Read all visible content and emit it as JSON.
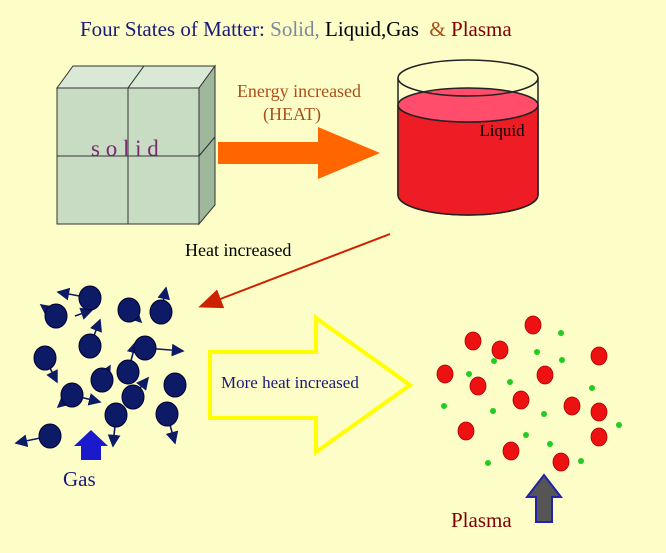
{
  "title": {
    "prefix": "Four States of Matter: ",
    "solid": "Solid,",
    "liquid": " Liquid,",
    "gas": "Gas",
    "amp": "  & ",
    "plasma": "Plasma"
  },
  "labels": {
    "solid": "s o l i d",
    "energy_line1": "Energy increased",
    "energy_line2": "(HEAT)",
    "liquid": "Liquid",
    "heat_increased": "Heat increased",
    "more_heat": "More heat increased",
    "gas": "Gas",
    "plasma": "Plasma"
  },
  "colors": {
    "background": "#fdfdc8",
    "title_blue": "#1a1a7a",
    "solid_text": "#7b8a9a",
    "liquid_text": "#000000",
    "plasma_text": "#800000",
    "amp": "#a8501a",
    "energy_text": "#a8501a",
    "cube_face": "#c8dcc4",
    "cube_top": "#dae8d6",
    "cube_side": "#9fb89c",
    "solid_label": "#7a2a6e",
    "orange_arrow": "#ff6600",
    "liquid_fill": "#ee1c25",
    "liquid_top": "#ff4d6b",
    "red_arrow": "#cc2200",
    "gas_particle": "#0d1a66",
    "yellow_arrow": "#ffff00",
    "more_heat_text": "#1a1a7a",
    "blue_arrow": "#1a1acc",
    "plasma_red": "#ee1111",
    "plasma_green": "#22cc22",
    "grey_arrow": "#555555",
    "grey_arrow_outline": "#2222aa"
  },
  "icons": {
    "solid": "cubes-icon",
    "liquid": "beaker-icon",
    "gas": "particles-icon",
    "plasma": "ions-icon"
  }
}
